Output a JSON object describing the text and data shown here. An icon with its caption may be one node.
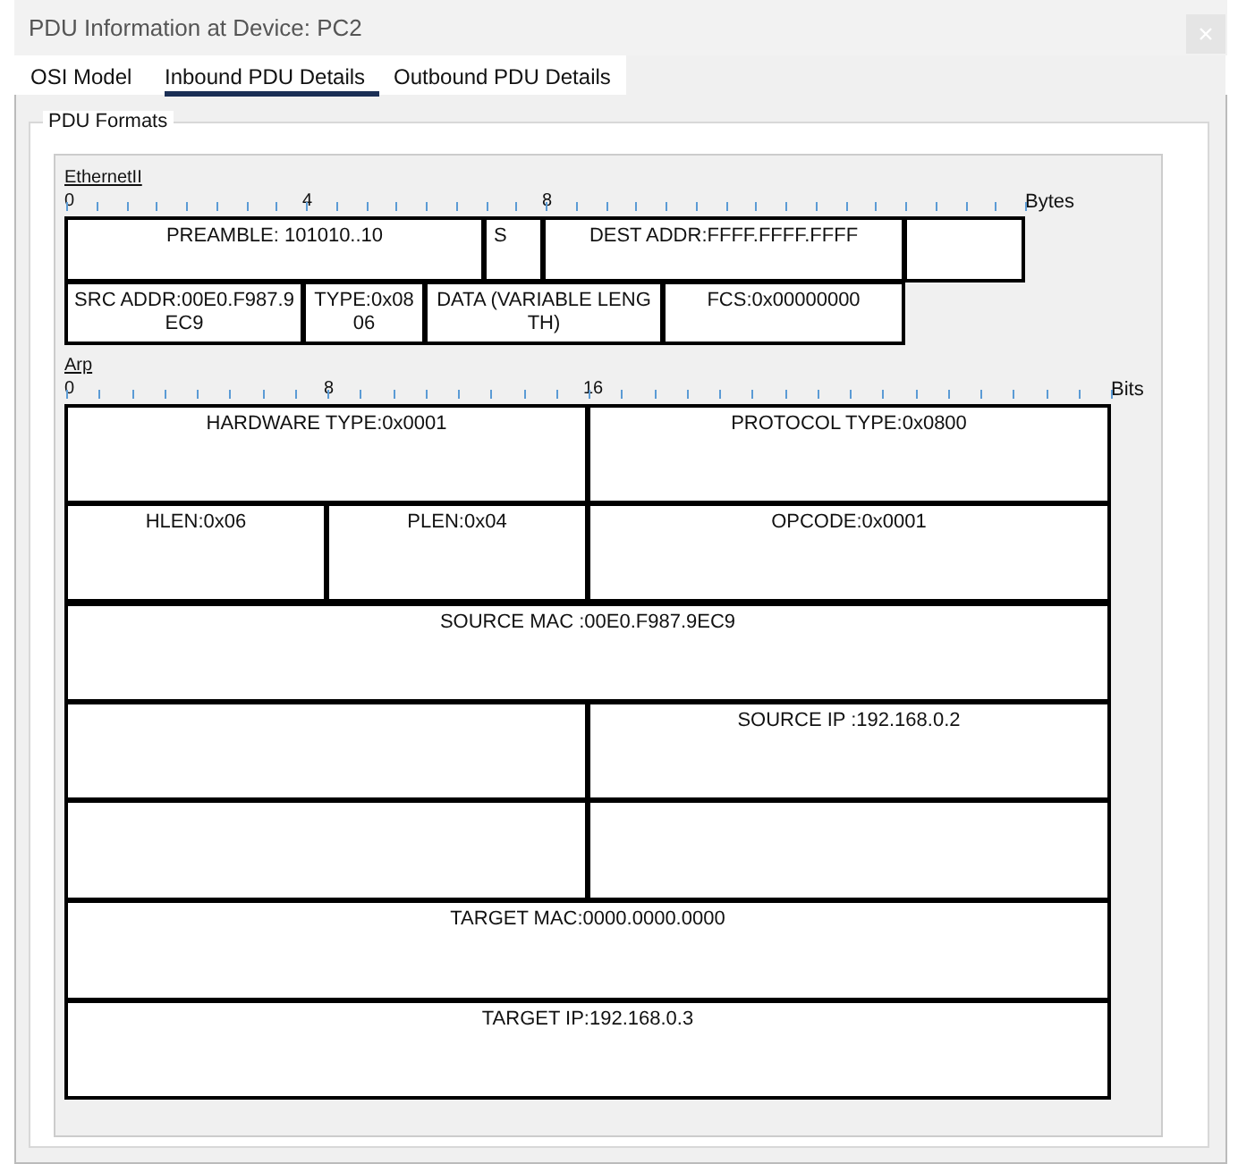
{
  "diagram": {
    "title": "PDU Information at Device: PC2",
    "nodes": [
      {
        "text": [
          "PREAMBLE:  101010..10"
        ]
      },
      {
        "text": [
          "S"
        ]
      },
      {
        "text": [
          "DEST ADDR:FFFF.FFFF.FFFF"
        ]
      },
      {
        "text": [],
        "shape": "box"
      },
      {
        "text": [
          "SRC ADDR:00E0.F987.9EC9"
        ]
      },
      {
        "text": [
          "TYPE:0x0806"
        ]
      },
      {
        "text": [
          "DATA (VARIABLE LENGTH)"
        ]
      },
      {
        "text": [
          "FCS:0x00000000"
        ]
      },
      {
        "text": [
          "HARDWARE TYPE:0x0001"
        ]
      },
      {
        "text": [
          "PROTOCOL TYPE:0x0800"
        ]
      },
      {
        "text": [
          "HLEN:0x06"
        ]
      },
      {
        "text": [
          "PLEN:0x04"
        ]
      },
      {
        "text": [
          "OPCODE:0x0001"
        ]
      },
      {
        "text": [
          "SOURCE MAC :00E0.F987.9EC9"
        ]
      },
      {
        "text": [],
        "shape": "box"
      },
      {
        "text": [
          "SOURCE IP :192.168.0.2"
        ]
      },
      {
        "text": [],
        "shape": "box"
      },
      {
        "text": [],
        "shape": "box"
      },
      {
        "text": [
          "TARGET MAC:0000.0000.0000"
        ]
      },
      {
        "text": [
          "TARGET IP:192.168.0.3"
        ]
      }
    ],
    "labels": [
      "OSI Model",
      "Inbound PDU Details",
      "Outbound PDU Details",
      "PDU Formats",
      "EthernetII",
      "0",
      "4",
      "8",
      "Bytes",
      "Arp",
      "0",
      "8",
      "16",
      "Bits"
    ]
  }
}
